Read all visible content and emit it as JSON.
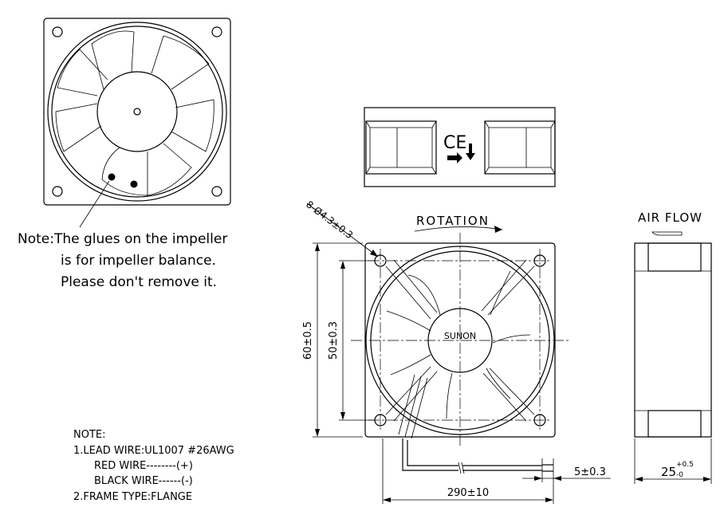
{
  "note_glue": {
    "line1": "Note:The glues on the impeller",
    "line2": "is for impeller balance.",
    "line3": "Please don't remove it."
  },
  "rotation_label": "ROTATION",
  "airflow_label": "AIR FLOW",
  "hub_brand": "SUNON",
  "ce_mark": "CE",
  "dimensions": {
    "holes": "8-Ø4.3±0.3",
    "height_outer": "60±0.5",
    "height_inner": "50±0.3",
    "wire_strip": "5±0.3",
    "wire_length": "290±10",
    "depth_base": "25",
    "depth_tol_plus": "+0.5",
    "depth_tol_minus": "-0"
  },
  "notes": {
    "title": "NOTE:",
    "item1": "1.LEAD WIRE:UL1007  #26AWG",
    "item1_red": "RED WIRE--------(+)",
    "item1_black": "BLACK WIRE------(-)",
    "item2": "2.FRAME TYPE:FLANGE"
  }
}
